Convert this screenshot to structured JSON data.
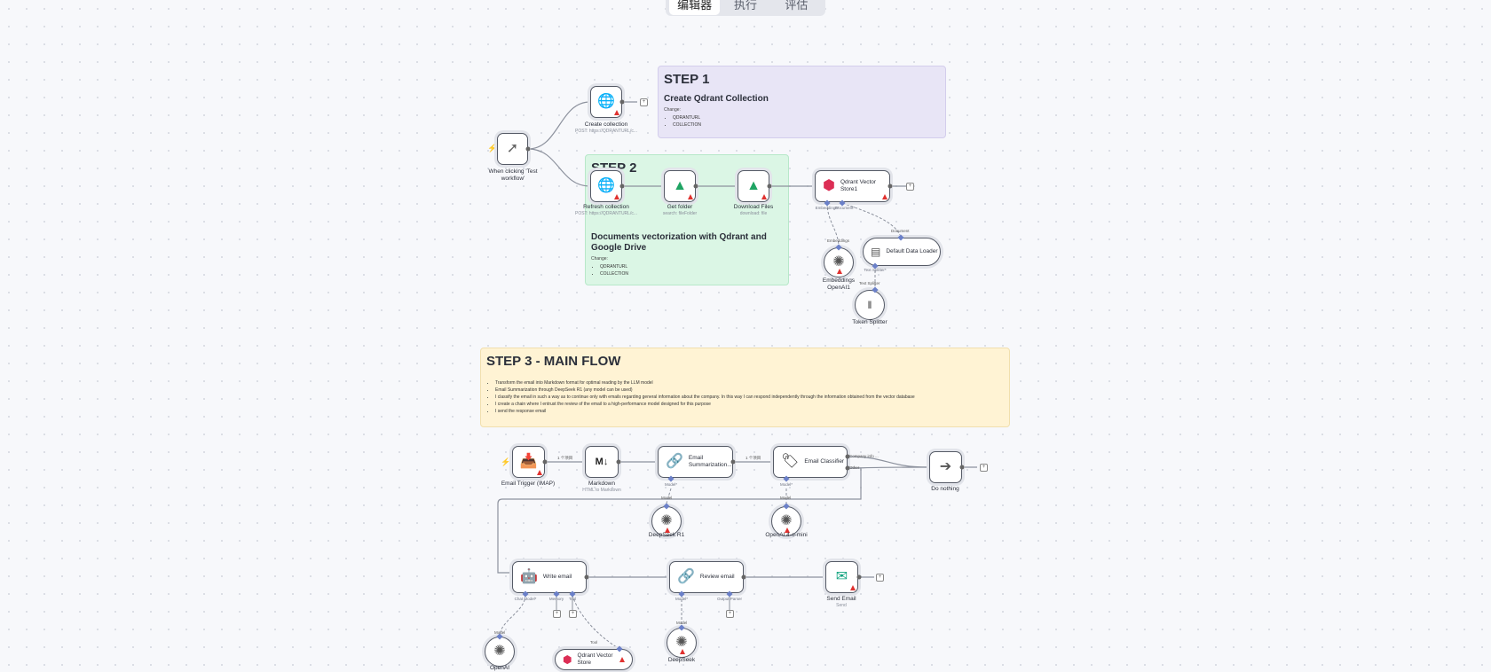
{
  "tabs": [
    "编辑器",
    "执行",
    "评估"
  ],
  "notes": {
    "step1": {
      "title": "STEP 1",
      "subtitle": "Create Qdrant Collection",
      "change": "Change:",
      "items": [
        "QDRANTURL",
        "COLLECTION"
      ]
    },
    "step2": {
      "title": "STEP 2",
      "subtitle": "Documents vectorization with Qdrant and Google Drive",
      "change": "Change:",
      "items": [
        "QDRANTURL",
        "COLLECTION"
      ]
    },
    "step3": {
      "title": "STEP 3 - MAIN FLOW",
      "items": [
        "Transform the email into Markdown format for optimal reading by the LLM model",
        "Email Summarization through DeepSeek R1 (any model can be used)",
        "I classify the email in such a way as to continue only with emails regarding general information about the company. In this way I can respond independently through the information obtained from the vector database",
        "I create a chain where I entrust the review of the email to a high-performance model designed for this purpose",
        "I send the response email"
      ]
    }
  },
  "nodes": {
    "manual_trigger": {
      "label": "When clicking 'Test workflow'"
    },
    "create_collection": {
      "label": "Create collection",
      "sub": "POST: https://QDRANTURL/c..."
    },
    "refresh_collection": {
      "label": "Refresh collection",
      "sub": "POST: https://QDRANTURL/c..."
    },
    "get_folder": {
      "label": "Get folder",
      "sub": "search: fileFolder"
    },
    "download_files": {
      "label": "Download Files",
      "sub": "download: file"
    },
    "qdrant_store1": {
      "label": "Qdrant Vector Store1",
      "port1": "Embeddings*",
      "port2": "Document*"
    },
    "embeddings_openai1": {
      "label": "Embeddings OpenAI1"
    },
    "default_data_loader": {
      "label": "Default Data Loader",
      "port1": "Text Splitter*"
    },
    "token_splitter": {
      "label": "Token Splitter"
    },
    "email_trigger": {
      "label": "Email Trigger (IMAP)"
    },
    "markdown": {
      "label": "Markdown",
      "sub": "HTML to Markdown"
    },
    "email_summarization": {
      "label": "Email Summarization...",
      "port1": "Model*"
    },
    "email_classifier": {
      "label": "Email Classifier",
      "port1": "Model*",
      "out1": "Company info ...",
      "out2": "Other"
    },
    "do_nothing": {
      "label": "Do nothing"
    },
    "deepseek_r1": {
      "label": "DeepSeek R1"
    },
    "openai_4o_mini": {
      "label": "OpenAI 4-o-mini"
    },
    "write_email": {
      "label": "Write email",
      "port1": "Chat Model*",
      "port2": "Memory",
      "port3": "Tool"
    },
    "review_email": {
      "label": "Review email",
      "port1": "Model*",
      "port2": "Output Parser"
    },
    "send_email": {
      "label": "Send Email",
      "sub": "Send"
    },
    "openai_bottom": {
      "label": "OpenAI"
    },
    "qdrant_store_bottom": {
      "label": "Qdrant Vector Store"
    },
    "deepseek": {
      "label": "DeepSeek"
    }
  },
  "edge_labels": {
    "item1": "1 个项目",
    "item2": "1 个项目",
    "embeddings": "Embeddings",
    "document": "Document",
    "text_splitter": "Text Splitter",
    "model": "Model",
    "tool": "Tool"
  },
  "colors": {
    "purple_note": "#e8e5f6",
    "green_note": "#dbf6e5",
    "yellow_note": "#fff3d4",
    "warning": "#e0312f",
    "trigger": "#e8622c",
    "port": "#6b80c8"
  },
  "icons": {
    "cursor": "cursor-icon",
    "globe": "globe-icon",
    "drive": "google-drive-icon",
    "qdrant": "qdrant-icon",
    "openai": "openai-icon",
    "document": "document-icon",
    "splitter": "splitter-icon",
    "inbox": "inbox-icon",
    "markdown": "markdown-icon",
    "link": "chain-link-icon",
    "tag": "tag-icon",
    "arrow": "arrow-right-icon",
    "robot": "robot-icon",
    "mail": "mail-icon",
    "bolt": "lightning-icon"
  }
}
